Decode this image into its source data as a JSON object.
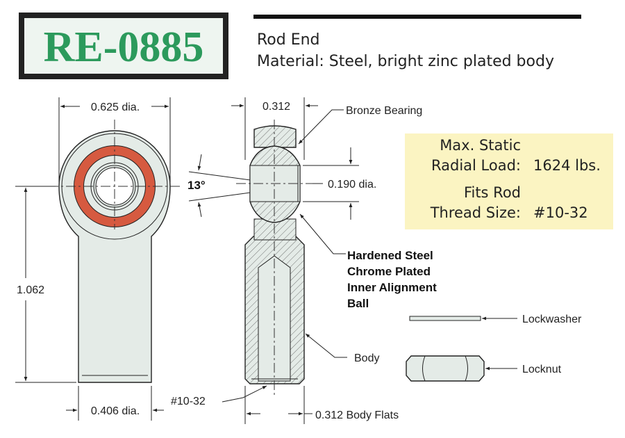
{
  "header": {
    "part_number": "RE-0885",
    "product": "Rod End",
    "material": "Material: Steel, bright zinc plated body"
  },
  "specs": {
    "load_label_1": "Max. Static",
    "load_label_2": "Radial Load:",
    "load_value": "1624 lbs.",
    "thread_label_1": "Fits Rod",
    "thread_label_2": "Thread Size:",
    "thread_value": "#10-32"
  },
  "dimensions": {
    "eye_dia": "0.625 dia.",
    "length": "1.062",
    "shank_dia": "0.406 dia.",
    "width": "0.312",
    "bore_dia": "0.190 dia.",
    "angle": "13°",
    "thread": "#10-32",
    "body_flats": "0.312 Body Flats"
  },
  "callouts": {
    "bearing": "Bronze Bearing",
    "ball_1": "Hardened Steel",
    "ball_2": "Chrome Plated",
    "ball_3": "Inner Alignment",
    "ball_4": "Ball",
    "body": "Body",
    "lockwasher": "Lockwasher",
    "locknut": "Locknut"
  },
  "colors": {
    "title_green": "#2c9a5c",
    "bearing_red": "#d65a40",
    "spec_box": "#fbf4c2",
    "part_fill": "#e4ebe7"
  }
}
